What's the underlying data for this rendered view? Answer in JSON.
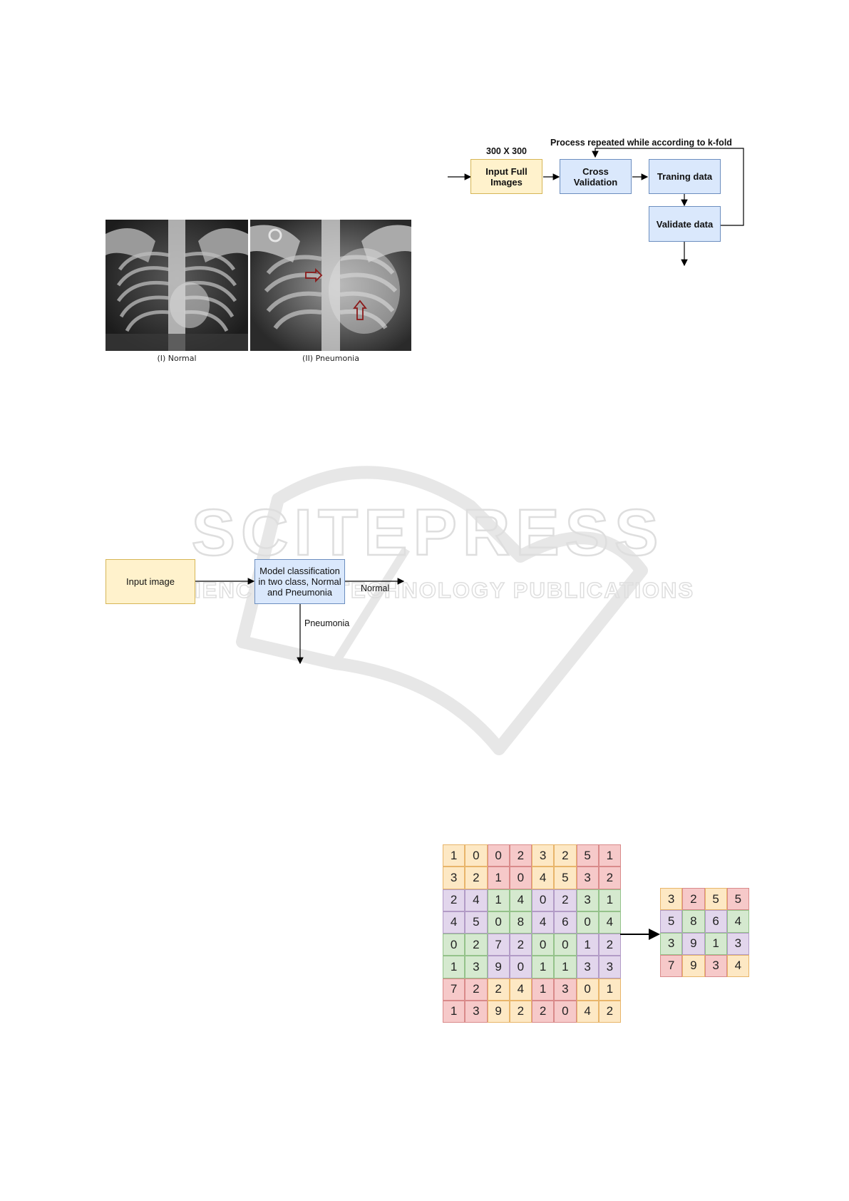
{
  "xray_figure": {
    "captions": [
      "(I) Normal",
      "(II) Pneumonia"
    ]
  },
  "kfold_diagram": {
    "size_label": "300 X 300",
    "loop_label": "Process repeated while according to k-fold",
    "boxes": {
      "input": "Input Full Images",
      "cross": "Cross Validation",
      "training": "Traning data",
      "validate": "Validate data"
    },
    "colors": {
      "yellow_fill": "#fff2cc",
      "yellow_stroke": "#d6b656",
      "blue_fill": "#dae8fc",
      "blue_stroke": "#6c8ebf"
    }
  },
  "classification_diagram": {
    "input_label": "Input image",
    "model_label": "Model classification in two class, Normal and Pneumonia",
    "normal_label": "Normal",
    "pneumonia_label": "Pneumonia"
  },
  "watermark": {
    "brand": "SCITEPRESS",
    "tagline": "SCIENCE AND TECHNOLOGY PUBLICATIONS"
  },
  "pooling_figure": {
    "input_grid": [
      [
        "1",
        "0",
        "0",
        "2",
        "3",
        "2",
        "5",
        "1"
      ],
      [
        "3",
        "2",
        "1",
        "0",
        "4",
        "5",
        "3",
        "2"
      ],
      [
        "2",
        "4",
        "1",
        "4",
        "0",
        "2",
        "3",
        "1"
      ],
      [
        "4",
        "5",
        "0",
        "8",
        "4",
        "6",
        "0",
        "4"
      ],
      [
        "0",
        "2",
        "7",
        "2",
        "0",
        "0",
        "1",
        "2"
      ],
      [
        "1",
        "3",
        "9",
        "0",
        "1",
        "1",
        "3",
        "3"
      ],
      [
        "7",
        "2",
        "2",
        "4",
        "1",
        "3",
        "0",
        "1"
      ],
      [
        "1",
        "3",
        "9",
        "2",
        "2",
        "0",
        "4",
        "2"
      ]
    ],
    "input_colors": [
      [
        "y",
        "y",
        "r",
        "r",
        "y",
        "y",
        "r",
        "r"
      ],
      [
        "y",
        "y",
        "r",
        "r",
        "y",
        "y",
        "r",
        "r"
      ],
      [
        "p",
        "p",
        "g",
        "g",
        "p",
        "p",
        "g",
        "g"
      ],
      [
        "p",
        "p",
        "g",
        "g",
        "p",
        "p",
        "g",
        "g"
      ],
      [
        "g",
        "g",
        "p",
        "p",
        "g",
        "g",
        "p",
        "p"
      ],
      [
        "g",
        "g",
        "p",
        "p",
        "g",
        "g",
        "p",
        "p"
      ],
      [
        "r",
        "r",
        "y",
        "y",
        "r",
        "r",
        "y",
        "y"
      ],
      [
        "r",
        "r",
        "y",
        "y",
        "r",
        "r",
        "y",
        "y"
      ]
    ],
    "output_grid": [
      [
        "3",
        "2",
        "5",
        "5"
      ],
      [
        "5",
        "8",
        "6",
        "4"
      ],
      [
        "3",
        "9",
        "1",
        "3"
      ],
      [
        "7",
        "9",
        "3",
        "4"
      ]
    ],
    "output_colors": [
      [
        "y",
        "r",
        "y",
        "r"
      ],
      [
        "p",
        "g",
        "p",
        "g"
      ],
      [
        "g",
        "p",
        "g",
        "p"
      ],
      [
        "r",
        "y",
        "r",
        "y"
      ]
    ]
  }
}
